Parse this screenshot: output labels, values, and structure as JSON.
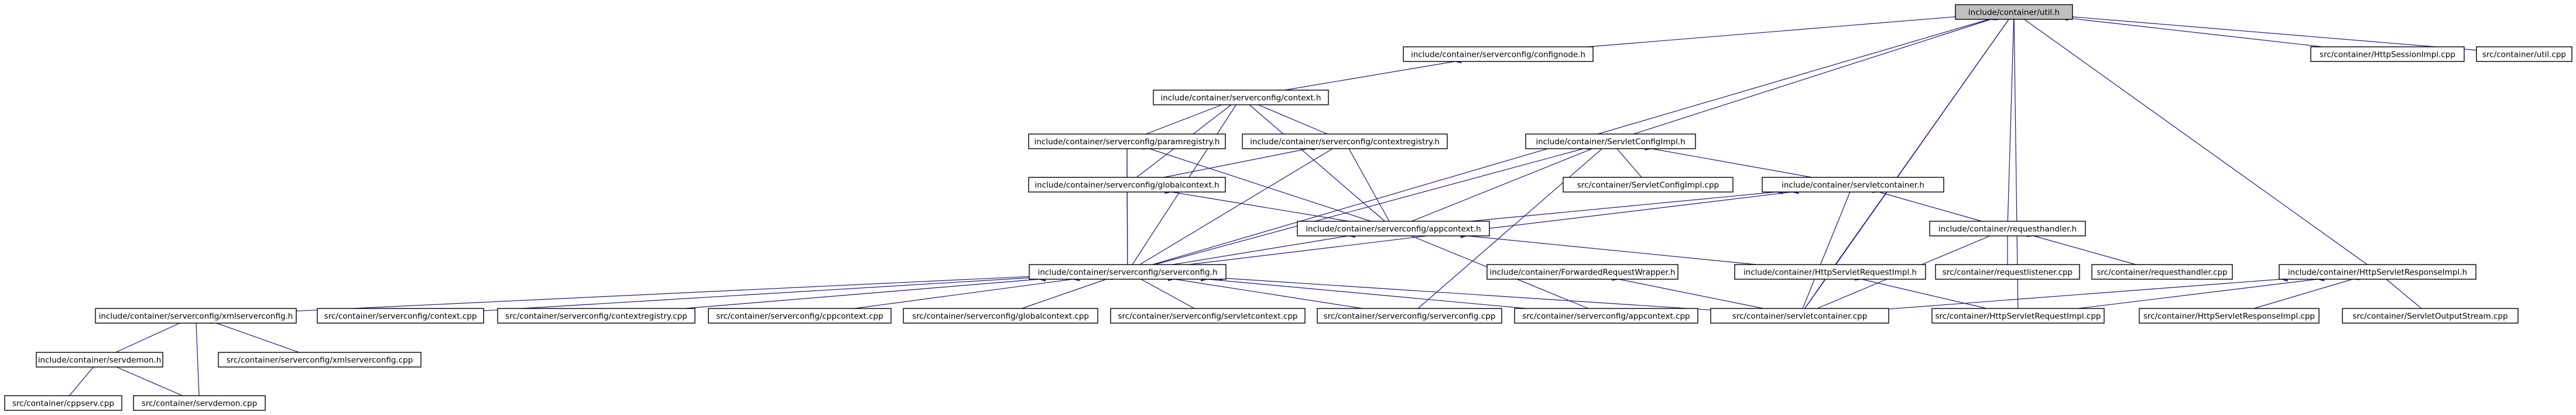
{
  "graph": {
    "colors": {
      "edge": "#1a1a80",
      "root_fill": "#bfbfbf",
      "node_fill": "#ffffff",
      "node_border": "#000000"
    },
    "nodes": [
      {
        "id": "util_h",
        "label": "include/container/util.h"
      },
      {
        "id": "confignode_h",
        "label": "include/container/serverconfig/confignode.h"
      },
      {
        "id": "httpsessionimpl_cpp",
        "label": "src/container/HttpSessionImpl.cpp"
      },
      {
        "id": "util_cpp",
        "label": "src/container/util.cpp"
      },
      {
        "id": "context_h",
        "label": "include/container/serverconfig/context.h"
      },
      {
        "id": "paramregistry_h",
        "label": "include/container/serverconfig/paramregistry.h"
      },
      {
        "id": "contextregistry_h",
        "label": "include/container/serverconfig/contextregistry.h"
      },
      {
        "id": "servletconfigimpl_h",
        "label": "include/container/ServletConfigImpl.h"
      },
      {
        "id": "globalcontext_h",
        "label": "include/container/serverconfig/globalcontext.h"
      },
      {
        "id": "servletconfigimpl_cpp",
        "label": "src/container/ServletConfigImpl.cpp"
      },
      {
        "id": "servletcontainer_h",
        "label": "include/container/servletcontainer.h"
      },
      {
        "id": "appcontext_h",
        "label": "include/container/serverconfig/appcontext.h"
      },
      {
        "id": "requesthandler_h",
        "label": "include/container/requesthandler.h"
      },
      {
        "id": "serverconfig_h",
        "label": "include/container/serverconfig/serverconfig.h"
      },
      {
        "id": "forwardedrequestwrapper_h",
        "label": "include/container/ForwardedRequestWrapper.h"
      },
      {
        "id": "httpservletrequestimpl_h",
        "label": "include/container/HttpServletRequestImpl.h"
      },
      {
        "id": "requestlistener_cpp",
        "label": "src/container/requestlistener.cpp"
      },
      {
        "id": "requesthandler_cpp",
        "label": "src/container/requesthandler.cpp"
      },
      {
        "id": "httpservletresponseimpl_h",
        "label": "include/container/HttpServletResponseImpl.h"
      },
      {
        "id": "xmlserverconfig_h",
        "label": "include/container/serverconfig/xmlserverconfig.h"
      },
      {
        "id": "context_cpp",
        "label": "src/container/serverconfig/context.cpp"
      },
      {
        "id": "contextregistry_cpp",
        "label": "src/container/serverconfig/contextregistry.cpp"
      },
      {
        "id": "cppcontext_cpp",
        "label": "src/container/serverconfig/cppcontext.cpp"
      },
      {
        "id": "globalcontext_cpp",
        "label": "src/container/serverconfig/globalcontext.cpp"
      },
      {
        "id": "servletcontext_cpp",
        "label": "src/container/serverconfig/servletcontext.cpp"
      },
      {
        "id": "serverconfig_cpp",
        "label": "src/container/serverconfig/serverconfig.cpp"
      },
      {
        "id": "appcontext_cpp",
        "label": "src/container/serverconfig/appcontext.cpp"
      },
      {
        "id": "servletcontainer_cpp",
        "label": "src/container/servletcontainer.cpp"
      },
      {
        "id": "httpservletrequestimpl_cpp",
        "label": "src/container/HttpServletRequestImpl.cpp"
      },
      {
        "id": "httpservletresponseimpl_cpp",
        "label": "src/container/HttpServletResponseImpl.cpp"
      },
      {
        "id": "servletoutputstream_cpp",
        "label": "src/container/ServletOutputStream.cpp"
      },
      {
        "id": "servdemon_h",
        "label": "include/container/servdemon.h"
      },
      {
        "id": "xmlserverconfig_cpp",
        "label": "src/container/serverconfig/xmlserverconfig.cpp"
      },
      {
        "id": "cppserv_cpp",
        "label": "src/container/cppserv.cpp"
      },
      {
        "id": "servdemon_cpp",
        "label": "src/container/servdemon.cpp"
      }
    ],
    "edges": [
      [
        "util_h",
        "confignode_h"
      ],
      [
        "util_h",
        "httpsessionimpl_cpp"
      ],
      [
        "util_h",
        "util_cpp"
      ],
      [
        "util_h",
        "servletconfigimpl_h"
      ],
      [
        "util_h",
        "serverconfig_h"
      ],
      [
        "util_h",
        "requesthandler_h"
      ],
      [
        "util_h",
        "httpservletrequestimpl_h"
      ],
      [
        "util_h",
        "httpservletresponseimpl_h"
      ],
      [
        "util_h",
        "servletcontainer_cpp"
      ],
      [
        "util_h",
        "httpservletrequestimpl_cpp"
      ],
      [
        "confignode_h",
        "context_h"
      ],
      [
        "context_h",
        "paramregistry_h"
      ],
      [
        "context_h",
        "contextregistry_h"
      ],
      [
        "context_h",
        "globalcontext_h"
      ],
      [
        "context_h",
        "appcontext_h"
      ],
      [
        "context_h",
        "serverconfig_h"
      ],
      [
        "paramregistry_h",
        "globalcontext_h"
      ],
      [
        "paramregistry_h",
        "appcontext_h"
      ],
      [
        "paramregistry_h",
        "serverconfig_h"
      ],
      [
        "contextregistry_h",
        "globalcontext_h"
      ],
      [
        "contextregistry_h",
        "appcontext_h"
      ],
      [
        "contextregistry_h",
        "serverconfig_h"
      ],
      [
        "globalcontext_h",
        "appcontext_h"
      ],
      [
        "globalcontext_h",
        "serverconfig_h"
      ],
      [
        "servletconfigimpl_h",
        "servletconfigimpl_cpp"
      ],
      [
        "servletconfigimpl_h",
        "servletcontainer_h"
      ],
      [
        "servletconfigimpl_h",
        "appcontext_h"
      ],
      [
        "servletconfigimpl_h",
        "serverconfig_h"
      ],
      [
        "servletconfigimpl_h",
        "serverconfig_cpp"
      ],
      [
        "servletcontainer_h",
        "appcontext_h"
      ],
      [
        "servletcontainer_h",
        "requesthandler_h"
      ],
      [
        "servletcontainer_h",
        "serverconfig_h"
      ],
      [
        "servletcontainer_h",
        "servletcontainer_cpp"
      ],
      [
        "appcontext_h",
        "serverconfig_h"
      ],
      [
        "appcontext_h",
        "httpservletrequestimpl_h"
      ],
      [
        "appcontext_h",
        "appcontext_cpp"
      ],
      [
        "requesthandler_h",
        "requestlistener_cpp"
      ],
      [
        "requesthandler_h",
        "requesthandler_cpp"
      ],
      [
        "requesthandler_h",
        "servletcontainer_cpp"
      ],
      [
        "serverconfig_h",
        "xmlserverconfig_h"
      ],
      [
        "serverconfig_h",
        "context_cpp"
      ],
      [
        "serverconfig_h",
        "contextregistry_cpp"
      ],
      [
        "serverconfig_h",
        "cppcontext_cpp"
      ],
      [
        "serverconfig_h",
        "globalcontext_cpp"
      ],
      [
        "serverconfig_h",
        "servletcontext_cpp"
      ],
      [
        "serverconfig_h",
        "serverconfig_cpp"
      ],
      [
        "serverconfig_h",
        "appcontext_cpp"
      ],
      [
        "serverconfig_h",
        "servletcontainer_cpp"
      ],
      [
        "forwardedrequestwrapper_h",
        "servletcontainer_cpp"
      ],
      [
        "httpservletrequestimpl_h",
        "servletcontainer_cpp"
      ],
      [
        "httpservletrequestimpl_h",
        "httpservletrequestimpl_cpp"
      ],
      [
        "httpservletresponseimpl_h",
        "servletcontainer_cpp"
      ],
      [
        "httpservletresponseimpl_h",
        "httpservletrequestimpl_cpp"
      ],
      [
        "httpservletresponseimpl_h",
        "httpservletresponseimpl_cpp"
      ],
      [
        "httpservletresponseimpl_h",
        "servletoutputstream_cpp"
      ],
      [
        "xmlserverconfig_h",
        "servdemon_h"
      ],
      [
        "xmlserverconfig_h",
        "xmlserverconfig_cpp"
      ],
      [
        "xmlserverconfig_h",
        "servdemon_cpp"
      ],
      [
        "servdemon_h",
        "cppserv_cpp"
      ],
      [
        "servdemon_h",
        "servdemon_cpp"
      ]
    ]
  }
}
